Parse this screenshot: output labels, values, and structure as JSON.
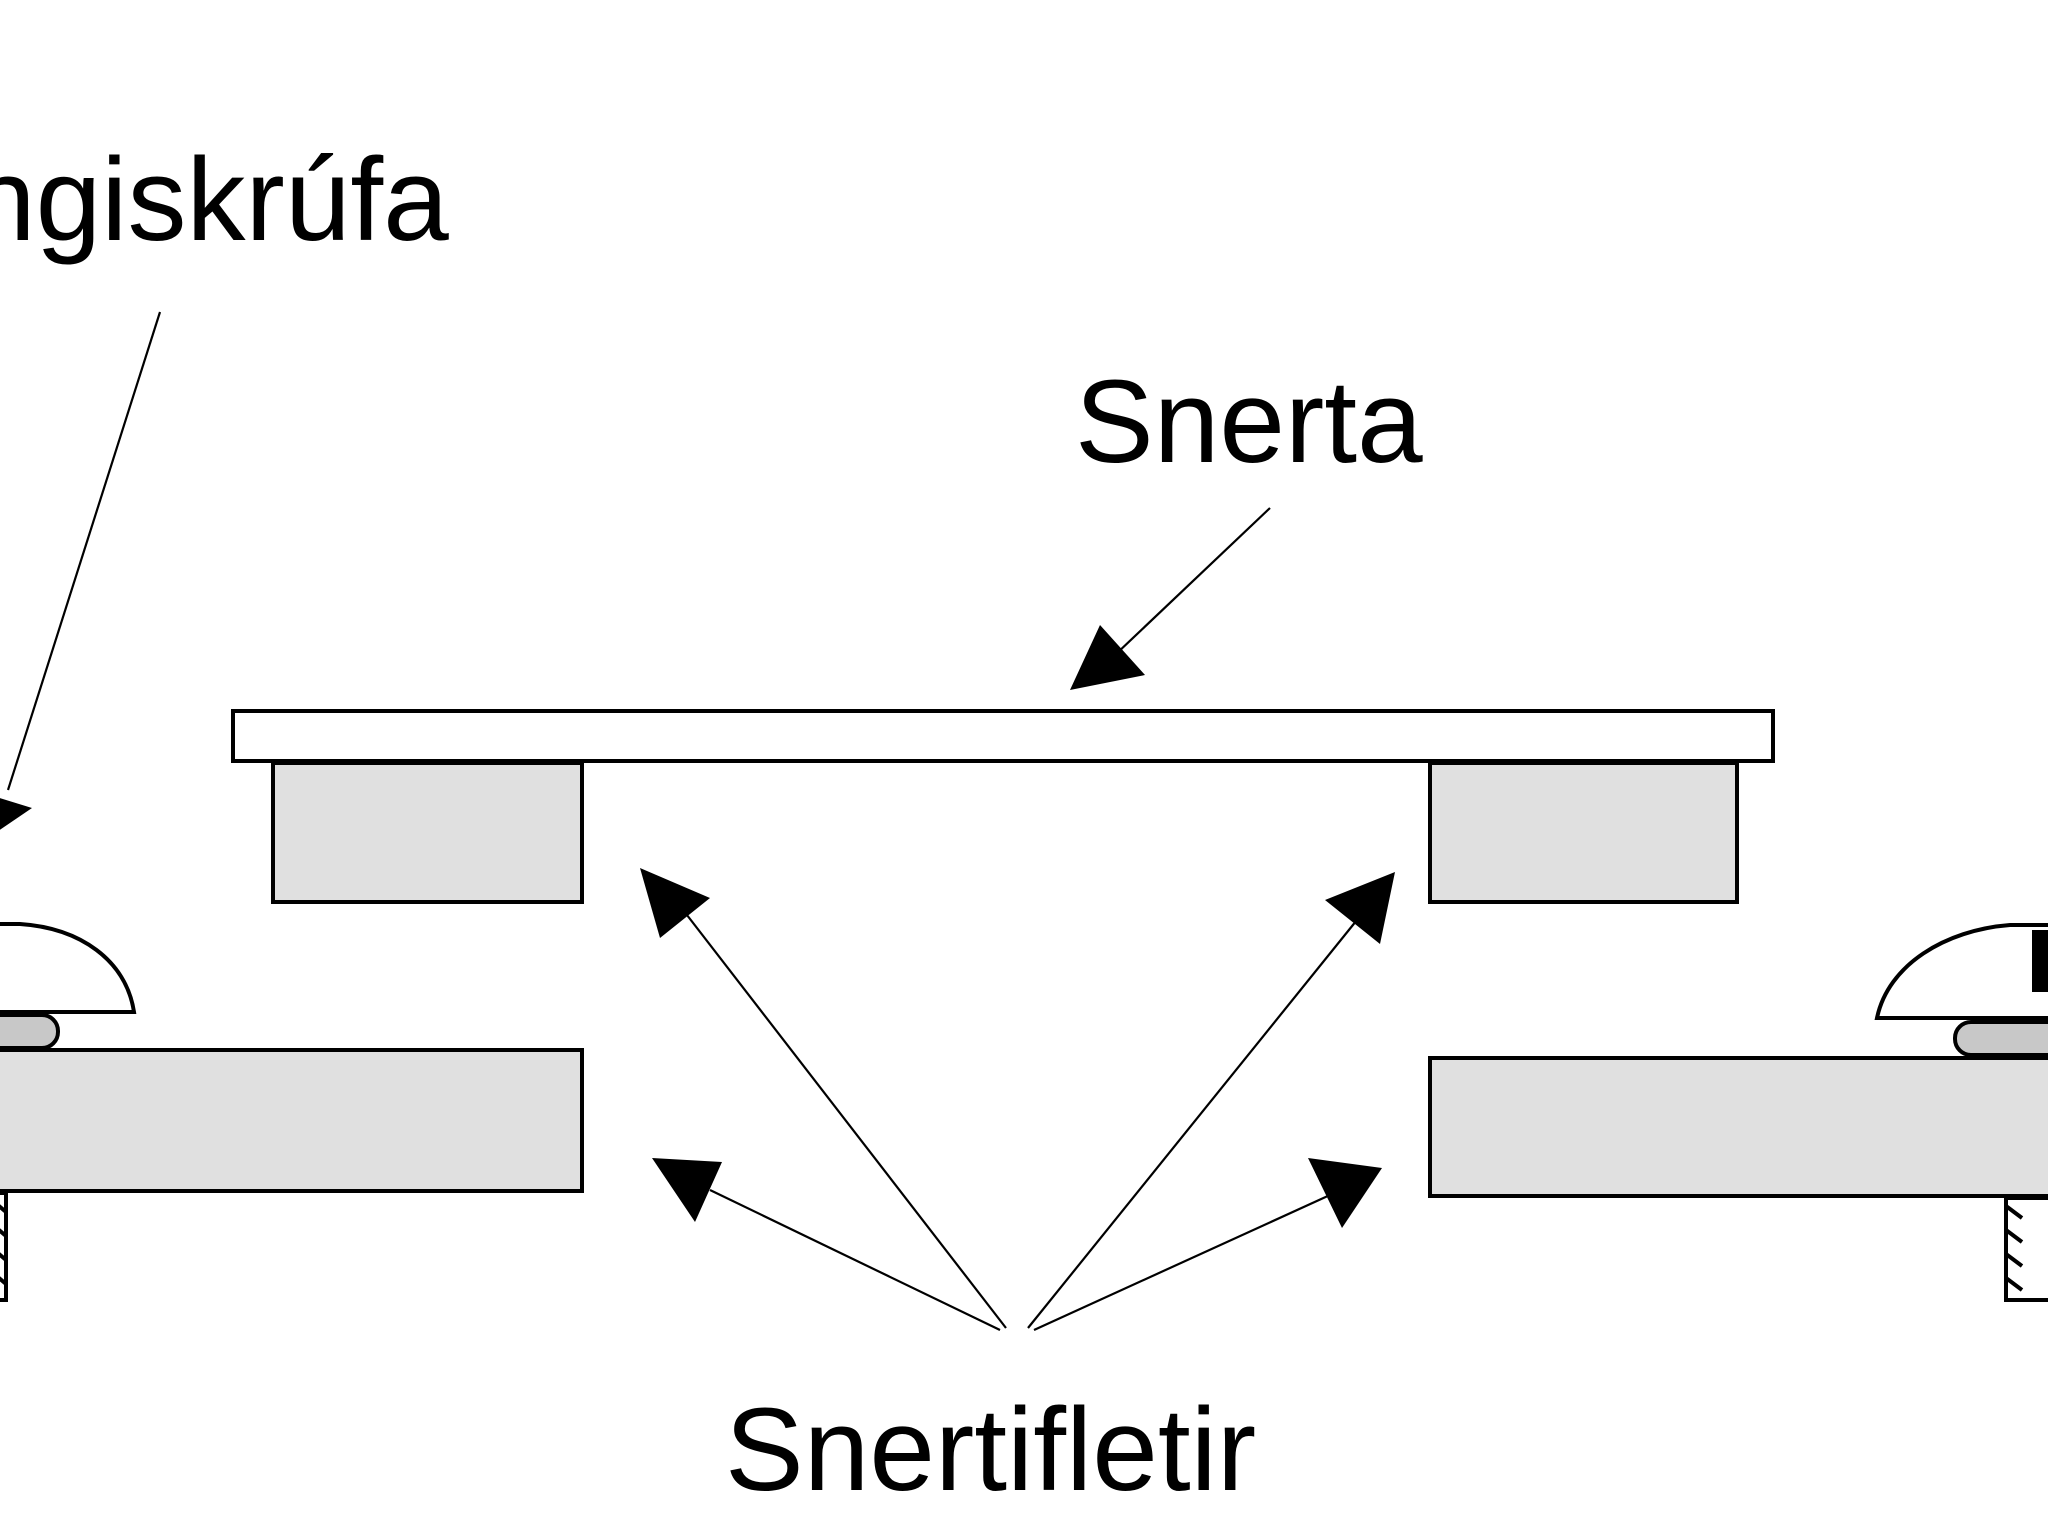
{
  "labels": {
    "screw": "ngiskrúfa",
    "contact": "Snerta",
    "surfaces": "Snertifletir"
  },
  "colors": {
    "background": "#ffffff",
    "bar_fill": "#e0e0e0",
    "plate_fill": "#ffffff",
    "washer_fill": "#c8c8c8",
    "outline": "#000000"
  }
}
